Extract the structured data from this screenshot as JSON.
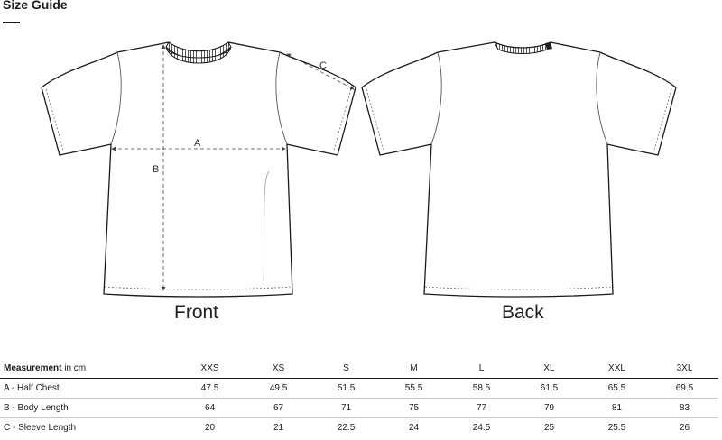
{
  "title": "Size Guide",
  "views": {
    "front": "Front",
    "back": "Back"
  },
  "markers": {
    "a": "A",
    "b": "B",
    "c": "C"
  },
  "table": {
    "measurement_label": "Measurement",
    "unit_label": " in cm",
    "sizes": [
      "XXS",
      "XS",
      "S",
      "M",
      "L",
      "XL",
      "XXL",
      "3XL"
    ],
    "rows": [
      {
        "label": "A - Half Chest",
        "values": [
          "47.5",
          "49.5",
          "51.5",
          "55.5",
          "58.5",
          "61.5",
          "65.5",
          "69.5"
        ]
      },
      {
        "label": "B - Body Length",
        "values": [
          "64",
          "67",
          "71",
          "75",
          "77",
          "79",
          "81",
          "83"
        ]
      },
      {
        "label": "C - Sleeve Length",
        "values": [
          "20",
          "21",
          "22.5",
          "24",
          "24.5",
          "25",
          "25.5",
          "26"
        ]
      }
    ]
  }
}
